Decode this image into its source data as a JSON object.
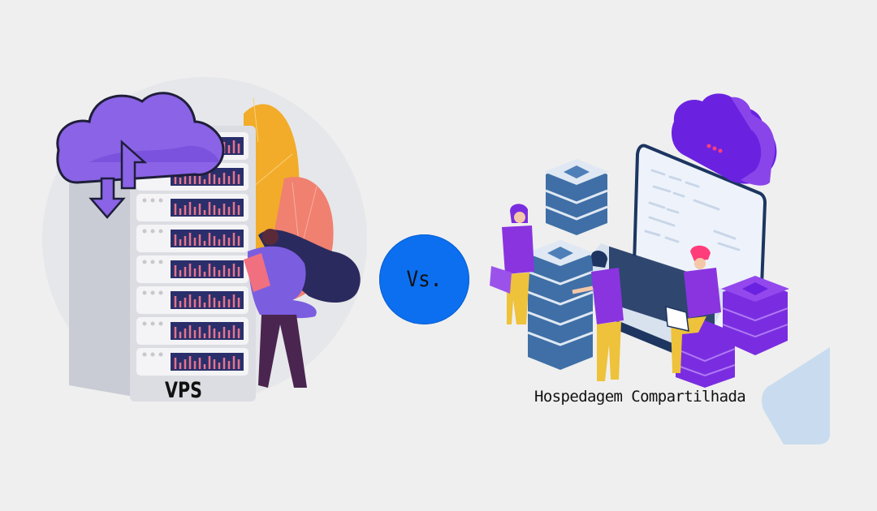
{
  "left_panel": {
    "label": "VPS",
    "illustration": "server-rack-with-cloud-and-woman",
    "colors": {
      "cloud": "#8a63e6",
      "rack": "#dcdde2",
      "screens": "#2a2f6b",
      "bars": "#e4748c",
      "leaf_orange": "#f2ac2a",
      "leaf_coral": "#f08070",
      "shirt": "#7b5de0",
      "hair": "#2a2a5e",
      "pants": "#4a2550"
    }
  },
  "versus": {
    "label": "Vs.",
    "color": "#0b6ff0"
  },
  "right_panel": {
    "label": "Hospedagem Compartilhada",
    "illustration": "shared-hosting-team-with-laptop-servers-cloud",
    "colors": {
      "cloud": "#6a22e0",
      "blue_servers": "#3f6fa6",
      "purple_servers": "#7a2de0",
      "shirts": "#8a34e0",
      "pants": "#eec23a",
      "laptop_screen": "#eef3fb",
      "corner_shape": "#c9dcef"
    }
  },
  "background": "#efefef"
}
